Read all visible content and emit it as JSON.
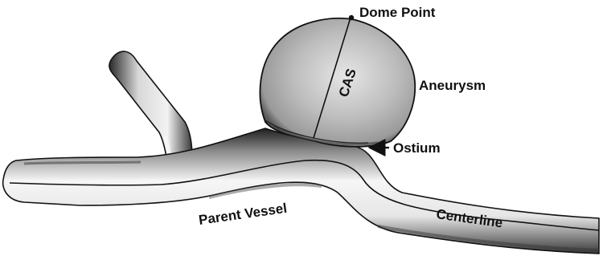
{
  "labels": {
    "dome_point": "Dome Point",
    "cas": "CAS",
    "aneurysm": "Aneurysm",
    "ostium": "Ostium",
    "parent_vessel": "Parent Vessel",
    "centerline": "Centerline"
  },
  "colors": {
    "vessel_light": "#f4f4f4",
    "vessel_mid": "#b8b8b8",
    "vessel_dark": "#2a2a2a",
    "aneurysm_fill": "#b3b3b3",
    "aneurysm_highlight": "#e2e2e2",
    "outline": "#111111"
  }
}
